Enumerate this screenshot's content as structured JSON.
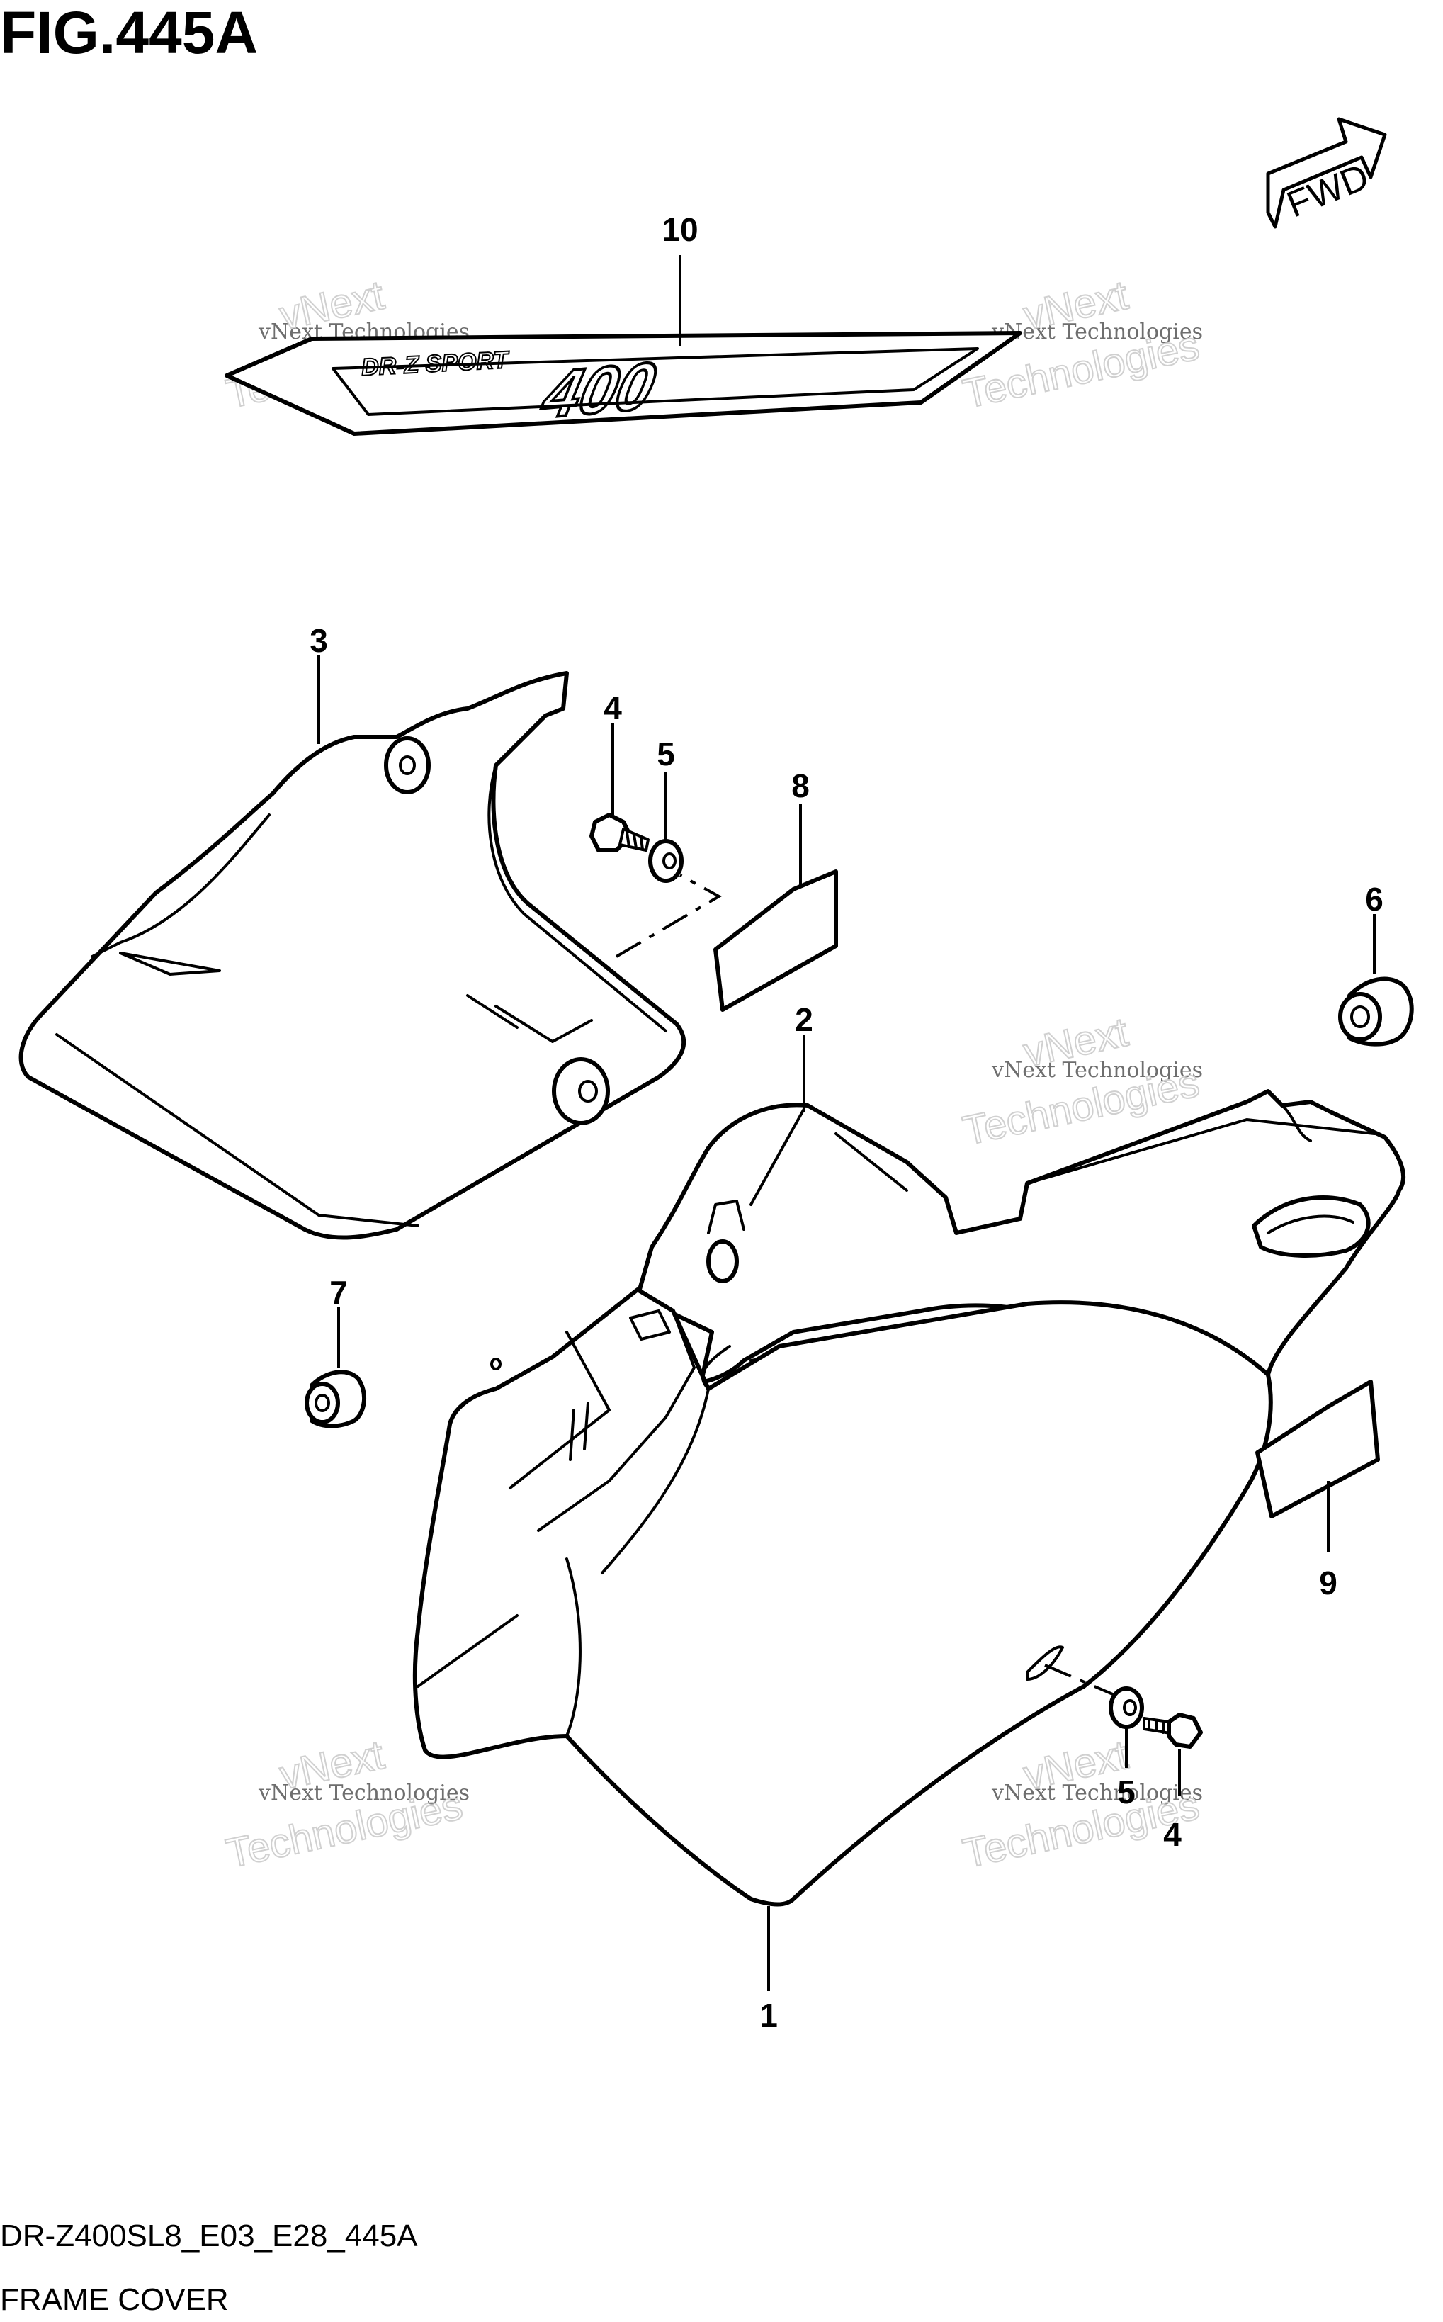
{
  "figure": {
    "title": "FIG.445A",
    "code": "DR-Z400SL8_E03_E28_445A",
    "name": "FRAME COVER"
  },
  "direction_arrow": {
    "label": "FWD",
    "icon": "forward-arrow-icon"
  },
  "decal_text": {
    "brand": "DR-Z SPORT",
    "model": "400"
  },
  "watermark": {
    "line1": "vNext",
    "line2": "Technologies",
    "line3": "vNext Technologies"
  },
  "callouts": {
    "p1": "1",
    "p2": "2",
    "p3": "3",
    "p4a": "4",
    "p4b": "4",
    "p5a": "5",
    "p5b": "5",
    "p6": "6",
    "p7": "7",
    "p8": "8",
    "p9": "9",
    "p10": "10"
  },
  "colors": {
    "line": "#000000",
    "background": "#ffffff",
    "watermark": "#6e6e6e"
  }
}
